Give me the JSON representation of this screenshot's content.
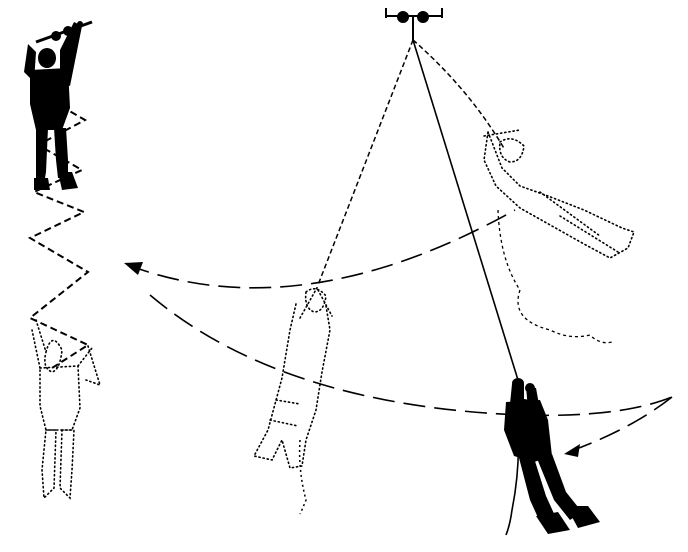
{
  "diagram": {
    "kind": "illustration",
    "elements": [
      "anchor-bar",
      "climber-top-left",
      "zigzag-line",
      "climber-outline-bottom-left",
      "climber-outline-center",
      "climber-outline-upper-right",
      "climber-hanging-right",
      "swing-arc-upper",
      "swing-arc-lower",
      "swing-arc-right"
    ],
    "colors": {
      "ink": "#000000",
      "background": "#ffffff"
    }
  }
}
